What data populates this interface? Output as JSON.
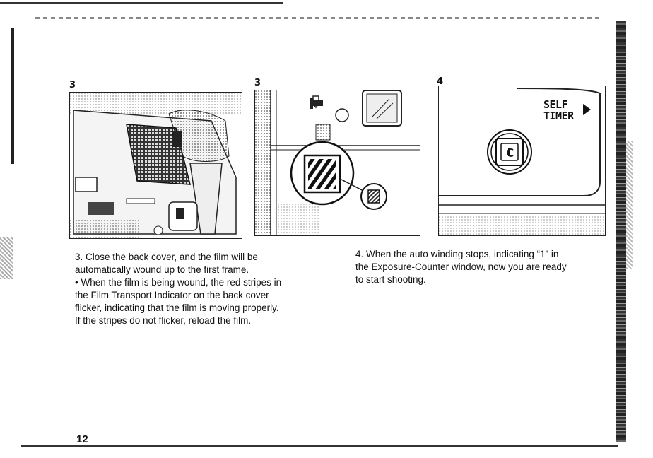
{
  "figures": [
    {
      "number": "3"
    },
    {
      "number": "3"
    },
    {
      "number": "4",
      "labels": {
        "line1": "SELF",
        "line2": "TIMER"
      }
    }
  ],
  "captions": {
    "left": [
      "3. Close the back cover, and the film will be",
      "automatically wound up to the first frame.",
      "• When the film is being wound, the red stripes in",
      "the Film Transport Indicator on the back cover",
      "flicker, indicating that the film is moving properly.",
      "If the stripes do not flicker, reload the film."
    ],
    "right": [
      "4. When the auto winding stops, indicating “1” in",
      "the Exposure-Counter window, now you are ready",
      "to start shooting."
    ]
  },
  "page_number": "12",
  "icons": [
    "self-timer-arrow-icon",
    "exposure-counter-icon",
    "film-transport-indicator-icon"
  ]
}
